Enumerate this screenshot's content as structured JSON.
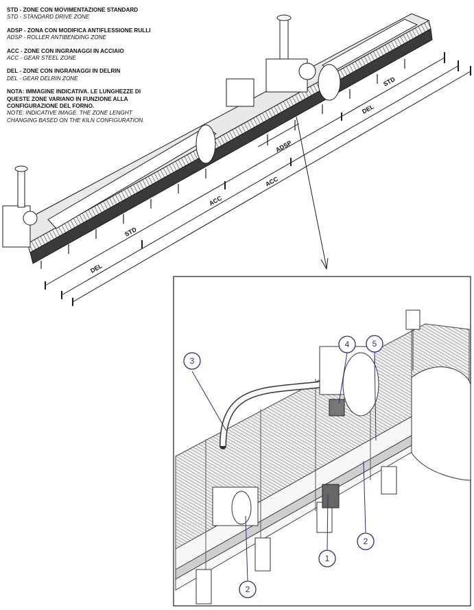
{
  "legend": {
    "std_it": "STD - ZONE CON MOVIMENTAZIONE STANDARD",
    "std_en": "STD - STANDARD DRIVE ZONE",
    "adsp_it": "ADSP - ZONA CON MODIFICA ANTIFLESSIONE RULLI",
    "adsp_en": "ADSP - ROLLER ANTIBENDING ZONE",
    "acc_it": "ACC - ZONE CON INGRANAGGI IN ACCIAIO",
    "acc_en": "ACC - GEAR STEEL ZONE",
    "del_it": "DEL - ZONE CON INGRANAGGI IN DELRIN",
    "del_en": "DEL - GEAR DELRIN ZONE",
    "note_it_1": "NOTA: IMMAGINE INDICATIVA. LE LUNGHEZZE DI",
    "note_it_2": "QUESTE ZONE VARIANO IN FUNZIONE ALLA",
    "note_it_3": "CONFIGURAZIONE DEL FORNO.",
    "note_en_1": "NOTE: INDICATIVE IMAGE. THE ZONE LENGHT",
    "note_en_2": "CHANGING BASED ON THE KILN CONFIGURATION."
  },
  "zones": {
    "std_right": "STD",
    "del_right": "DEL",
    "adsp": "ADSP",
    "acc_mid": "ACC",
    "acc_lower": "ACC",
    "std_left": "STD",
    "del_left": "DEL"
  },
  "callouts": [
    "1",
    "2",
    "2",
    "3",
    "4",
    "5"
  ],
  "colors": {
    "callout": "#2b2e7f",
    "line": "#1a1a1a"
  }
}
